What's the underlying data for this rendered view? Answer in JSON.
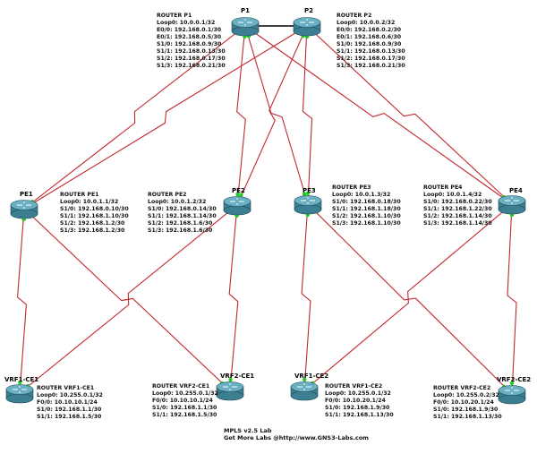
{
  "routers": [
    {
      "id": "p1",
      "name": "P1",
      "config": [
        "ROUTER P1",
        "Loop0: 10.0.0.1/32",
        "E0/0: 192.168.0.1/30",
        "E0/1: 192.168.0.5/30",
        "S1/0: 192.168.0.9/30",
        "S1/1: 192.168.0.13/30",
        "S1/2: 192.168.0.17/30",
        "S1/3: 192.168.0.21/30"
      ]
    },
    {
      "id": "p2",
      "name": "P2",
      "config": [
        "ROUTER P2",
        "Loop0: 10.0.0.2/32",
        "E0/0: 192.168.0.2/30",
        "E0/1: 192.168.0.6/30",
        "S1/0: 192.168.0.9/30",
        "S1/1: 192.168.0.13/30",
        "S1/2: 192.168.0.17/30",
        "S1/3: 192.168.0.21/30"
      ]
    },
    {
      "id": "pe1",
      "name": "PE1",
      "config": [
        "ROUTER PE1",
        "Loop0: 10.0.1.1/32",
        "S1/0: 192.168.0.10/30",
        "S1/1: 192.168.1.10/30",
        "S1/2: 192.168.1.2/30",
        "S1/3: 192.168.1.2/30"
      ]
    },
    {
      "id": "pe2",
      "name": "PE2",
      "config": [
        "ROUTER PE2",
        "Loop0: 10.0.1.2/32",
        "S1/0: 192.168.0.14/30",
        "S1/1: 192.168.1.14/30",
        "S1/2: 192.168.1.6/30",
        "S1/3: 192.168.1.6/30"
      ]
    },
    {
      "id": "pe3",
      "name": "PE3",
      "config": [
        "ROUTER PE3",
        "Loop0: 10.0.1.3/32",
        "S1/0: 192.168.0.18/30",
        "S1/1: 192.168.1.18/30",
        "S1/2: 192.168.1.10/30",
        "S1/3: 192.168.1.10/30"
      ]
    },
    {
      "id": "pe4",
      "name": "PE4",
      "config": [
        "ROUTER PE4",
        "Loop0: 10.0.1.4/32",
        "S1/0: 192.168.0.22/30",
        "S1/1: 192.168.1.22/30",
        "S1/2: 192.168.1.14/30",
        "S1/3: 192.168.1.14/30"
      ]
    },
    {
      "id": "vrf1ce1",
      "name": "VRF1-CE1",
      "config": [
        "ROUTER VRF1-CE1",
        "Loop0: 10.255.0.1/32",
        "F0/0: 10.10.10.1/24",
        "S1/0: 192.168.1.1/30",
        "S1/1: 192.168.1.5/30"
      ]
    },
    {
      "id": "vrf2ce1",
      "name": "VRF2-CE1",
      "config": [
        "ROUTER VRF2-CE1",
        "Loop0: 10.255.0.1/32",
        "F0/0: 10.10.10.1/24",
        "S1/0: 192.168.1.1/30",
        "S1/1: 192.168.1.5/30"
      ]
    },
    {
      "id": "vrf1ce2",
      "name": "VRF1-CE2",
      "config": [
        "ROUTER VRF1-CE2",
        "Loop0: 10.255.0.1/32",
        "F0/0: 10.10.20.1/24",
        "S1/0: 192.168.1.9/30",
        "S1/1: 192.168.1.13/30"
      ]
    },
    {
      "id": "vrf2ce2",
      "name": "VRF2-CE2",
      "config": [
        "ROUTER VRF2-CE2",
        "Loop0: 10.255.0.2/32",
        "F0/0: 10.10.20.1/24",
        "S1/0: 192.168.1.9/30",
        "S1/1: 192.168.1.13/30"
      ]
    }
  ],
  "footer": {
    "line1": "MPLS v2.5 Lab",
    "line2": "Get More Labs @http://www.GNS3-Labs.com"
  },
  "colors": {
    "serial_link": "#c0272d",
    "ethernet_link": "#000000",
    "endpoint": "#22cc22",
    "router_body": "#3d7f92",
    "router_top": "#6ab0c2"
  }
}
